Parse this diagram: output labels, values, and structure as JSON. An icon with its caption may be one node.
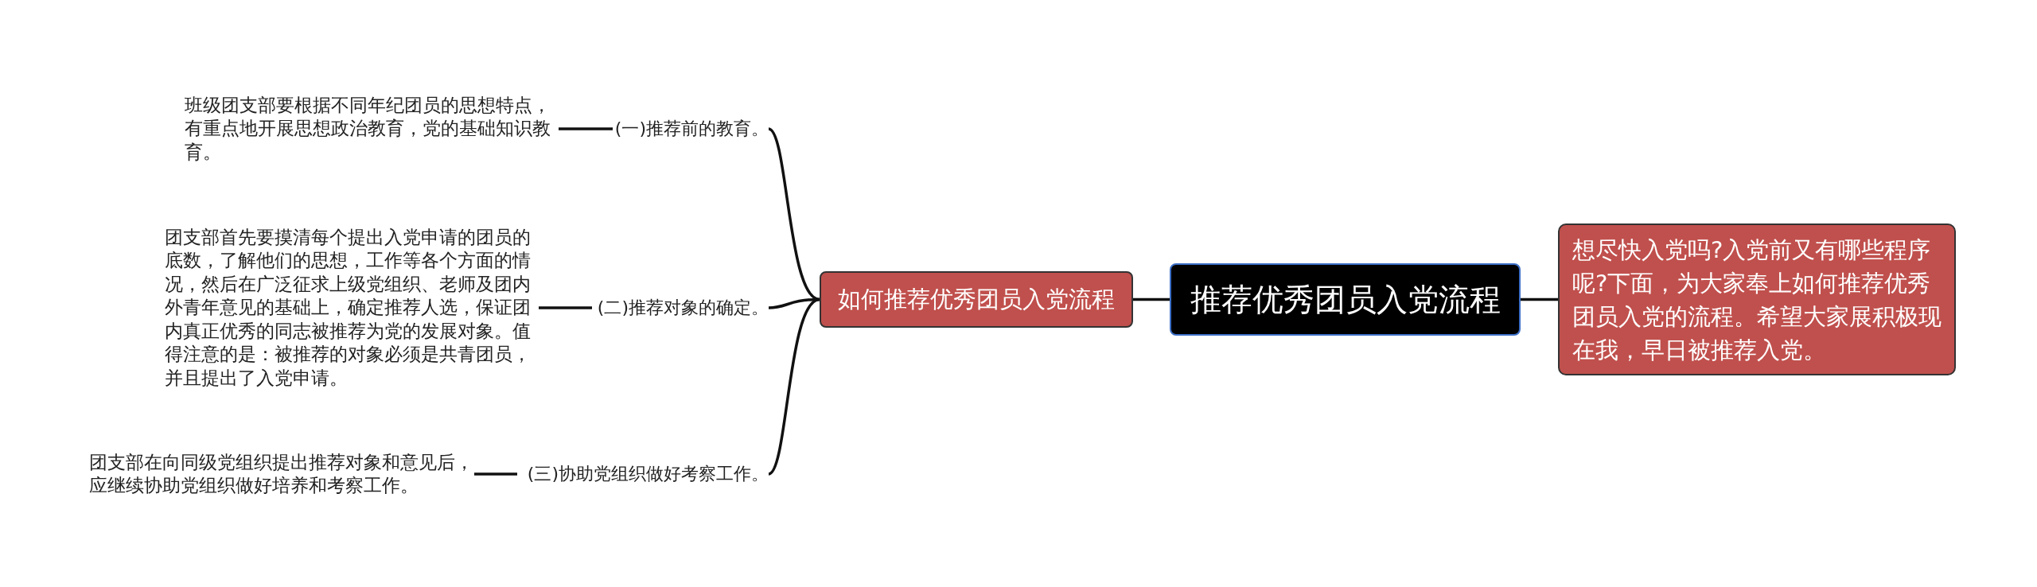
{
  "diagram": {
    "nodes": [
      {
        "text": [
          "推荐优秀团员入党流程"
        ]
      },
      {
        "text": [
          "想尽快入党吗?入党前又有哪些程序呢?下面，为大家奉上如何推荐优秀团员入党的流程。希望大家展积极现在我，早日被推荐入党。"
        ]
      },
      {
        "text": [
          "如何推荐优秀团员入党流程"
        ]
      },
      {
        "text": [
          "(一)推荐前的教育。"
        ]
      },
      {
        "text": [
          "班级团支部要根据不同年纪团员的思想特点，有重点地开展思想政治教育，党的基础知识教育。"
        ]
      },
      {
        "text": [
          "(二)推荐对象的确定。"
        ]
      },
      {
        "text": [
          "团支部首先要摸清每个提出入党申请的团员的底数，了解他们的思想，工作等各个方面的情况，然后在广泛征求上级党组织、老师及团内外青年意见的基础上，确定推荐人选，保证团内真正优秀的同志被推荐为党的发展对象。值得注意的是：被推荐的对象必须是共青团员，并且提出了入党申请。"
        ]
      },
      {
        "text": [
          "(三)协助党组织做好考察工作。"
        ]
      },
      {
        "text": [
          "团支部在向同级党组织提出推荐对象和意见后，应继续协助党组织做好培养和考察工作。"
        ]
      }
    ],
    "edges": [
      {
        "from": 0,
        "to": 1,
        "arrow": "none"
      },
      {
        "from": 0,
        "to": 2,
        "arrow": "none"
      },
      {
        "from": 2,
        "to": 3,
        "arrow": "none"
      },
      {
        "from": 2,
        "to": 5,
        "arrow": "none"
      },
      {
        "from": 2,
        "to": 7,
        "arrow": "none"
      },
      {
        "from": 3,
        "to": 4,
        "arrow": "none"
      },
      {
        "from": 5,
        "to": 6,
        "arrow": "none"
      },
      {
        "from": 7,
        "to": 8,
        "arrow": "none"
      }
    ]
  }
}
